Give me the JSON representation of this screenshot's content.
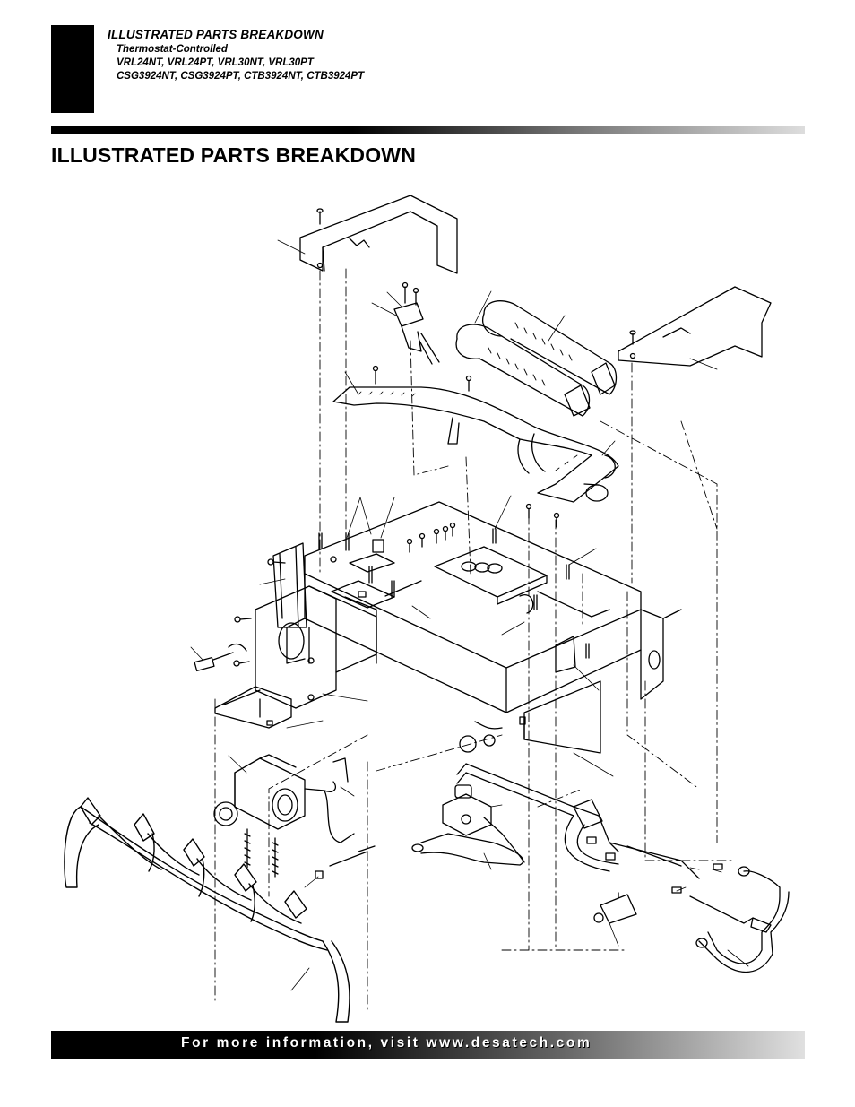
{
  "header": {
    "section_title": "ILLUSTRATED PARTS BREAKDOWN",
    "subtitle_lines": [
      "Thermostat-Controlled",
      "VRL24NT, VRL24PT, VRL30NT, VRL30PT",
      "CSG3924NT, CSG3924PT, CTB3924NT, CTB3924PT"
    ]
  },
  "page_title": "ILLUSTRATED PARTS BREAKDOWN",
  "footer": {
    "text": "For more information, visit www.desatech.com"
  }
}
